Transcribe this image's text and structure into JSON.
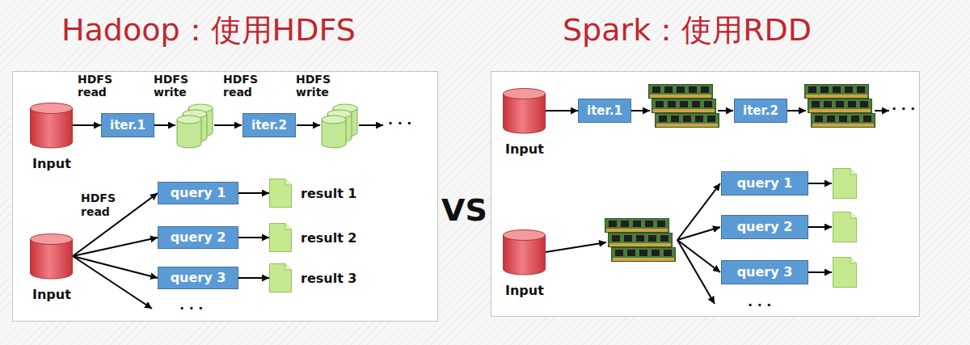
{
  "diagram": {
    "nodes": [
      {
        "text": [
          "Hadoop：使用HDFS"
        ]
      },
      {
        "text": [
          "Input"
        ],
        "in": 0
      },
      {
        "text": [
          "iter.1"
        ],
        "in": 0
      },
      {
        "text": [
          "iter.2"
        ],
        "in": 0
      },
      {
        "text": [
          "Input"
        ],
        "in": 0
      },
      {
        "text": [
          "query 1"
        ],
        "in": 0
      },
      {
        "text": [
          "result 1"
        ],
        "in": 0
      },
      {
        "text": [
          "query 2"
        ],
        "in": 0
      },
      {
        "text": [
          "result 2"
        ],
        "in": 0
      },
      {
        "text": [
          "query 3"
        ],
        "in": 0
      },
      {
        "text": [
          "result 3"
        ],
        "in": 0
      },
      {
        "text": [
          "Spark：使用RDD"
        ]
      },
      {
        "text": [
          "Input"
        ],
        "in": 11
      },
      {
        "text": [
          "iter.1"
        ],
        "in": 11
      },
      {
        "text": [
          "iter.2"
        ],
        "in": 11
      },
      {
        "text": [
          "Input"
        ],
        "in": 11
      },
      {
        "text": [
          "query 1"
        ],
        "in": 11
      },
      {
        "text": [
          "query 2"
        ],
        "in": 11
      },
      {
        "text": [
          "query 3"
        ],
        "in": 11
      }
    ],
    "edges": [
      {
        "from": 1,
        "to": 2,
        "arrow": "to",
        "label": "HDFS read"
      },
      {
        "from": 4,
        "to": 5,
        "arrow": "to",
        "label": "HDFS read"
      },
      {
        "from": 4,
        "to": 7,
        "arrow": "to"
      },
      {
        "from": 4,
        "to": 9,
        "arrow": "to"
      },
      {
        "from": 5,
        "to": 6,
        "arrow": "to"
      },
      {
        "from": 7,
        "to": 8,
        "arrow": "to"
      },
      {
        "from": 9,
        "to": 10,
        "arrow": "to"
      },
      {
        "from": 12,
        "to": 13,
        "arrow": "to"
      }
    ],
    "labels": [
      "HDFS write",
      "HDFS read",
      "HDFS write",
      "· · ·",
      "· · ·",
      "VS",
      "· · ·",
      "· · ·"
    ]
  }
}
